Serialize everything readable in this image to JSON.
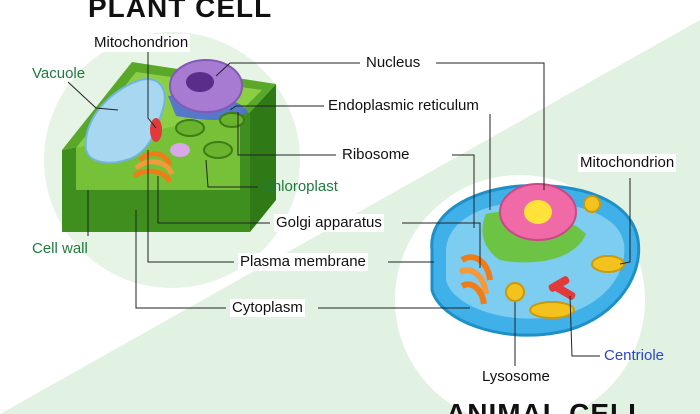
{
  "titles": {
    "plant": "PLANT CELL",
    "animal": "ANIMAL CELL"
  },
  "plant_labels": {
    "mitochondrion": "Mitochondrion",
    "vacuole": "Vacuole",
    "chloroplast": "Chloroplast",
    "cell_wall": "Cell wall"
  },
  "center_labels": {
    "nucleus": "Nucleus",
    "endoplasmic_reticulum": "Endoplasmic reticulum",
    "ribosome": "Ribosome",
    "golgi_apparatus": "Golgi apparatus",
    "plasma_membrane": "Plasma membrane",
    "cytoplasm": "Cytoplasm"
  },
  "animal_labels": {
    "mitochondrion": "Mitochondrion",
    "centriole": "Centriole",
    "lysosome": "Lysosome"
  },
  "colors": {
    "background_band": "#dff1df",
    "circle_backdrop": "#e6f4e6",
    "plant_wall": "#3f8f1f",
    "plant_cytoplasm": "#7cc63b",
    "vacuole": "#a8d7f2",
    "nucleus": "#a77bd1",
    "er": "#4f6fd6",
    "chloroplast": "#6ab32f",
    "golgi": "#f07c18",
    "animal_membrane": "#3fb0e8",
    "animal_nucleus": "#f06aa8",
    "nucleolus": "#ffe23a",
    "lysosome": "#f3c21c",
    "mitochondrion": "#e23a3a",
    "green_text": "#1f7a3d",
    "blue_text": "#2a46c9"
  }
}
